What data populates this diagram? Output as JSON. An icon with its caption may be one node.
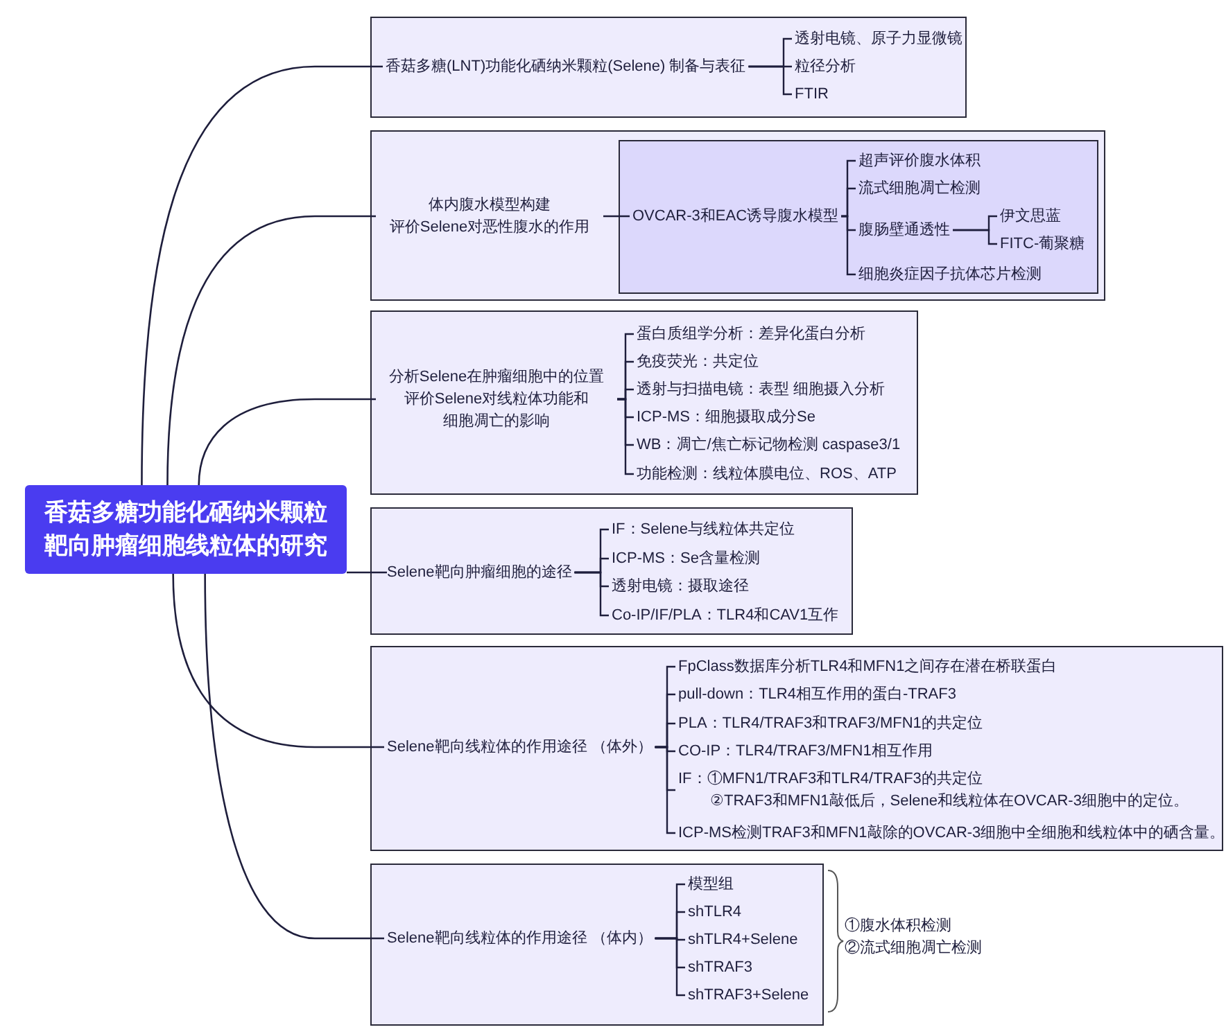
{
  "diagram": {
    "nodes": [
      {
        "text": [
          "香菇多糖功能化硒纳米颗粒靶向肿瘤细胞线粒体的研究"
        ]
      },
      {
        "text": [],
        "shape": "box"
      },
      {
        "text": [
          "香菇多糖(LNT)功能化硒纳米颗粒(Selene) 制备与表征"
        ],
        "in": 1
      },
      {
        "text": [
          "透射电镜、原子力显微镜"
        ],
        "in": 1
      },
      {
        "text": [
          "粒径分析"
        ],
        "in": 1
      },
      {
        "text": [
          "FTIR"
        ],
        "in": 1
      },
      {
        "text": [],
        "shape": "box"
      },
      {
        "text": [
          "体内腹水模型构建",
          "评价Selene对恶性腹水的作用"
        ],
        "in": 6
      },
      {
        "text": [],
        "shape": "box",
        "in": 6
      },
      {
        "text": [
          "OVCAR-3和EAC诱导腹水模型"
        ],
        "in": 8
      },
      {
        "text": [
          "超声评价腹水体积"
        ],
        "in": 8
      },
      {
        "text": [
          "流式细胞凋亡检测"
        ],
        "in": 8
      },
      {
        "text": [
          "腹肠壁通透性"
        ],
        "in": 8
      },
      {
        "text": [
          "伊文思蓝"
        ],
        "in": 8
      },
      {
        "text": [
          "FITC-葡聚糖"
        ],
        "in": 8
      },
      {
        "text": [
          "细胞炎症因子抗体芯片检测"
        ],
        "in": 8
      },
      {
        "text": [],
        "shape": "box"
      },
      {
        "text": [
          "分析Selene在肿瘤细胞中的位置",
          "评价Selene对线粒体功能和",
          "细胞凋亡的影响"
        ],
        "in": 16
      },
      {
        "text": [
          "蛋白质组学分析：差异化蛋白分析"
        ],
        "in": 16
      },
      {
        "text": [
          "免疫荧光：共定位"
        ],
        "in": 16
      },
      {
        "text": [
          "透射与扫描电镜：表型  细胞摄入分析"
        ],
        "in": 16
      },
      {
        "text": [
          "ICP-MS：细胞摄取成分Se"
        ],
        "in": 16
      },
      {
        "text": [
          "WB：凋亡/焦亡标记物检测 caspase3/1"
        ],
        "in": 16
      },
      {
        "text": [
          "功能检测：线粒体膜电位、ROS、ATP"
        ],
        "in": 16
      },
      {
        "text": [],
        "shape": "box"
      },
      {
        "text": [
          "Selene靶向肿瘤细胞的途径"
        ],
        "in": 24
      },
      {
        "text": [
          "IF：Selene与线粒体共定位"
        ],
        "in": 24
      },
      {
        "text": [
          "ICP-MS：Se含量检测"
        ],
        "in": 24
      },
      {
        "text": [
          "透射电镜：摄取途径"
        ],
        "in": 24
      },
      {
        "text": [
          "Co-IP/IF/PLA：TLR4和CAV1互作"
        ],
        "in": 24
      },
      {
        "text": [],
        "shape": "box"
      },
      {
        "text": [
          "Selene靶向线粒体的作用途径 （体外）"
        ],
        "in": 30
      },
      {
        "text": [
          "FpClass数据库分析TLR4和MFN1之间存在潜在桥联蛋白"
        ],
        "in": 30
      },
      {
        "text": [
          "pull-down：TLR4相互作用的蛋白-TRAF3"
        ],
        "in": 30
      },
      {
        "text": [
          "PLA：TLR4/TRAF3和TRAF3/MFN1的共定位"
        ],
        "in": 30
      },
      {
        "text": [
          "CO-IP：TLR4/TRAF3/MFN1相互作用"
        ],
        "in": 30
      },
      {
        "text": [
          "IF：①MFN1/TRAF3和TLR4/TRAF3的共定位",
          "②TRAF3和MFN1敲低后，Selene和线粒体在OVCAR-3细胞中的定位。"
        ],
        "in": 30
      },
      {
        "text": [
          "ICP-MS检测TRAF3和MFN1敲除的OVCAR-3细胞中全细胞和线粒体中的硒含量。"
        ],
        "in": 30
      },
      {
        "text": [],
        "shape": "box"
      },
      {
        "text": [
          "Selene靶向线粒体的作用途径 （体内）"
        ],
        "in": 38
      },
      {
        "text": [
          "模型组"
        ],
        "in": 38
      },
      {
        "text": [
          "shTLR4"
        ],
        "in": 38
      },
      {
        "text": [
          "shTLR4+Selene"
        ],
        "in": 38
      },
      {
        "text": [
          "shTRAF3"
        ],
        "in": 38
      },
      {
        "text": [
          "shTRAF3+Selene"
        ],
        "in": 38
      }
    ],
    "edges": [
      {
        "from": 0,
        "to": 2,
        "arrow": "none"
      },
      {
        "from": 0,
        "to": 7,
        "arrow": "none"
      },
      {
        "from": 0,
        "to": 17,
        "arrow": "none"
      },
      {
        "from": 0,
        "to": 25,
        "arrow": "none"
      },
      {
        "from": 0,
        "to": 31,
        "arrow": "none"
      },
      {
        "from": 0,
        "to": 39,
        "arrow": "none"
      },
      {
        "from": 2,
        "to": 3,
        "arrow": "none"
      },
      {
        "from": 2,
        "to": 4,
        "arrow": "none"
      },
      {
        "from": 2,
        "to": 5,
        "arrow": "none"
      },
      {
        "from": 7,
        "to": 9,
        "arrow": "none"
      },
      {
        "from": 9,
        "to": 10,
        "arrow": "none"
      },
      {
        "from": 9,
        "to": 11,
        "arrow": "none"
      },
      {
        "from": 9,
        "to": 12,
        "arrow": "none"
      },
      {
        "from": 9,
        "to": 15,
        "arrow": "none"
      },
      {
        "from": 12,
        "to": 13,
        "arrow": "none"
      },
      {
        "from": 12,
        "to": 14,
        "arrow": "none"
      },
      {
        "from": 17,
        "to": 18,
        "arrow": "none"
      },
      {
        "from": 17,
        "to": 19,
        "arrow": "none"
      },
      {
        "from": 17,
        "to": 20,
        "arrow": "none"
      },
      {
        "from": 17,
        "to": 21,
        "arrow": "none"
      },
      {
        "from": 17,
        "to": 22,
        "arrow": "none"
      },
      {
        "from": 17,
        "to": 23,
        "arrow": "none"
      },
      {
        "from": 25,
        "to": 26,
        "arrow": "none"
      },
      {
        "from": 25,
        "to": 27,
        "arrow": "none"
      },
      {
        "from": 25,
        "to": 28,
        "arrow": "none"
      },
      {
        "from": 25,
        "to": 29,
        "arrow": "none"
      },
      {
        "from": 31,
        "to": 32,
        "arrow": "none"
      },
      {
        "from": 31,
        "to": 33,
        "arrow": "none"
      },
      {
        "from": 31,
        "to": 34,
        "arrow": "none"
      },
      {
        "from": 31,
        "to": 35,
        "arrow": "none"
      },
      {
        "from": 31,
        "to": 36,
        "arrow": "none"
      },
      {
        "from": 31,
        "to": 37,
        "arrow": "none"
      },
      {
        "from": 39,
        "to": 40,
        "arrow": "none"
      },
      {
        "from": 39,
        "to": 41,
        "arrow": "none"
      },
      {
        "from": 39,
        "to": 42,
        "arrow": "none"
      },
      {
        "from": 39,
        "to": 43,
        "arrow": "none"
      },
      {
        "from": 39,
        "to": 44,
        "arrow": "none"
      }
    ],
    "labels": [
      "①腹水体积检测",
      "②流式细胞凋亡检测"
    ]
  }
}
